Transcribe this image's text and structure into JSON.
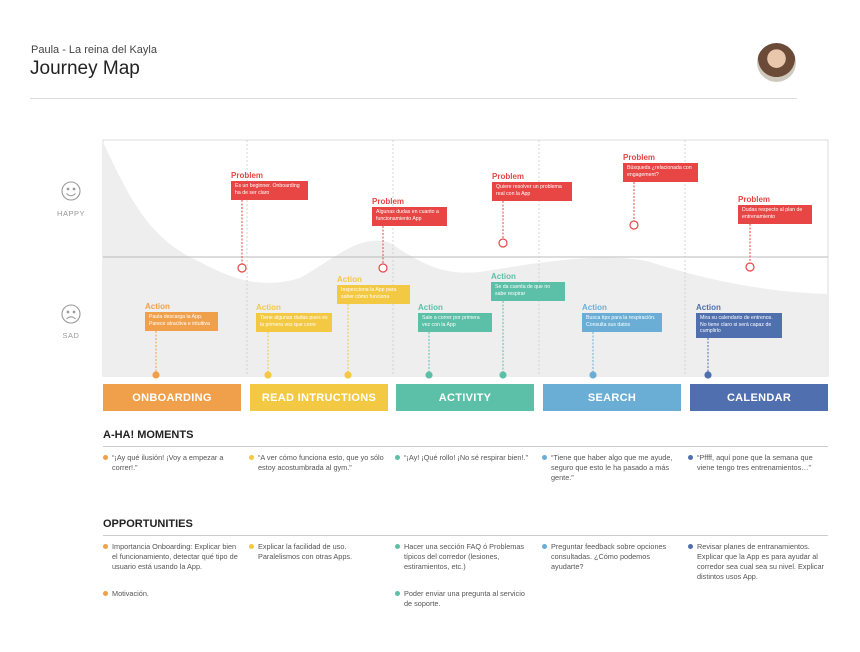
{
  "header": {
    "subtitle": "Paula - La reina del Kayla",
    "title": "Journey Map"
  },
  "moods": {
    "happy": "HAPPY",
    "sad": "SAD"
  },
  "colors": {
    "onboarding": "#f0a04b",
    "instructions": "#f3c842",
    "activity": "#5cbfa7",
    "search": "#6aaed6",
    "calendar": "#4f6fae",
    "problem": "#e84545",
    "curve": "#eeeeee"
  },
  "phases": [
    {
      "name": "ONBOARDING",
      "color": "#f0a04b"
    },
    {
      "name": "READ INTRUCTIONS",
      "color": "#f3c842"
    },
    {
      "name": "ACTIVITY",
      "color": "#5cbfa7"
    },
    {
      "name": "SEARCH",
      "color": "#6aaed6"
    },
    {
      "name": "CALENDAR",
      "color": "#4f6fae"
    }
  ],
  "problems": [
    {
      "label": "Problem",
      "text": "Es un beginner. Onboarding ha de ser claro"
    },
    {
      "label": "Problem",
      "text": "Algunas dudas en cuanto a funcionamiento App"
    },
    {
      "label": "Problem",
      "text": "Quiere resolver un problema real con la App"
    },
    {
      "label": "Problem",
      "text": "Búsqueda ¿relacionada con engagement?"
    },
    {
      "label": "Problem",
      "text": "Dudas respecto al plan de entrenamiento"
    }
  ],
  "actions": [
    {
      "label": "Action",
      "text": "Paula descarga la App. Parece atractiva e intuitiva",
      "color": "#f0a04b"
    },
    {
      "label": "Action",
      "text": "Tiene algunas dudas pues es la primera vez que corre",
      "color": "#f3c842"
    },
    {
      "label": "Action",
      "text": "Inspecciona la App para saber cómo funciona",
      "color": "#f3c842"
    },
    {
      "label": "Action",
      "text": "Sale a correr por primera vez con la App",
      "color": "#5cbfa7"
    },
    {
      "label": "Action",
      "text": "Se da cuenta de que no sabe respirar",
      "color": "#5cbfa7"
    },
    {
      "label": "Action",
      "text": "Busca tips para la respiración. Consulta sus datos",
      "color": "#6aaed6"
    },
    {
      "label": "Action",
      "text": "Mira su calendario de entrenos. No tiene claro si será capaz de cumplirlo",
      "color": "#4f6fae"
    }
  ],
  "aha": {
    "title": "A-HA! MOMENTS",
    "items": [
      {
        "text": "“¡Ay qué ilusión! ¡Voy a empezar a correr!.”",
        "color": "#f0a04b"
      },
      {
        "text": "“A ver cómo funciona esto, que yo sólo estoy acostumbrada al gym.”",
        "color": "#f3c842"
      },
      {
        "text": "“¡Ay! ¡Qué rollo! ¡No sé respirar bien!.”",
        "color": "#5cbfa7"
      },
      {
        "text": "“Tiene que haber algo que me ayude, seguro que esto le ha pasado a más gente.”",
        "color": "#6aaed6"
      },
      {
        "text": "“Pffff, aquí pone que la semana que viene tengo tres entrenamientos…”",
        "color": "#4f6fae"
      }
    ]
  },
  "opportunities": {
    "title": "OPPORTUNITIES",
    "items": [
      {
        "text": "Importancia Onboarding: Explicar bien el funcionamiento, detectar qué tipo de usuario está usando la App.",
        "color": "#f0a04b"
      },
      {
        "text": "Explicar la facilidad de uso. Paralelismos con otras Apps.",
        "color": "#f3c842"
      },
      {
        "text": "Hacer una sección FAQ ó Problemas típicos del corredor (lesiones, estiramientos, etc.)",
        "color": "#5cbfa7"
      },
      {
        "text": "Preguntar feedback sobre opciones consultadas. ¿Cómo podemos ayudarte?",
        "color": "#6aaed6"
      },
      {
        "text": "Revisar planes de entranamientos. Explicar que la App es para ayudar al corredor sea cual sea su nivel. Explicar distintos usos App.",
        "color": "#4f6fae"
      },
      {
        "text": "Motivación.",
        "color": "#f0a04b"
      },
      {
        "text": "Poder enviar una pregunta al servicio de soporte.",
        "color": "#5cbfa7"
      }
    ]
  }
}
